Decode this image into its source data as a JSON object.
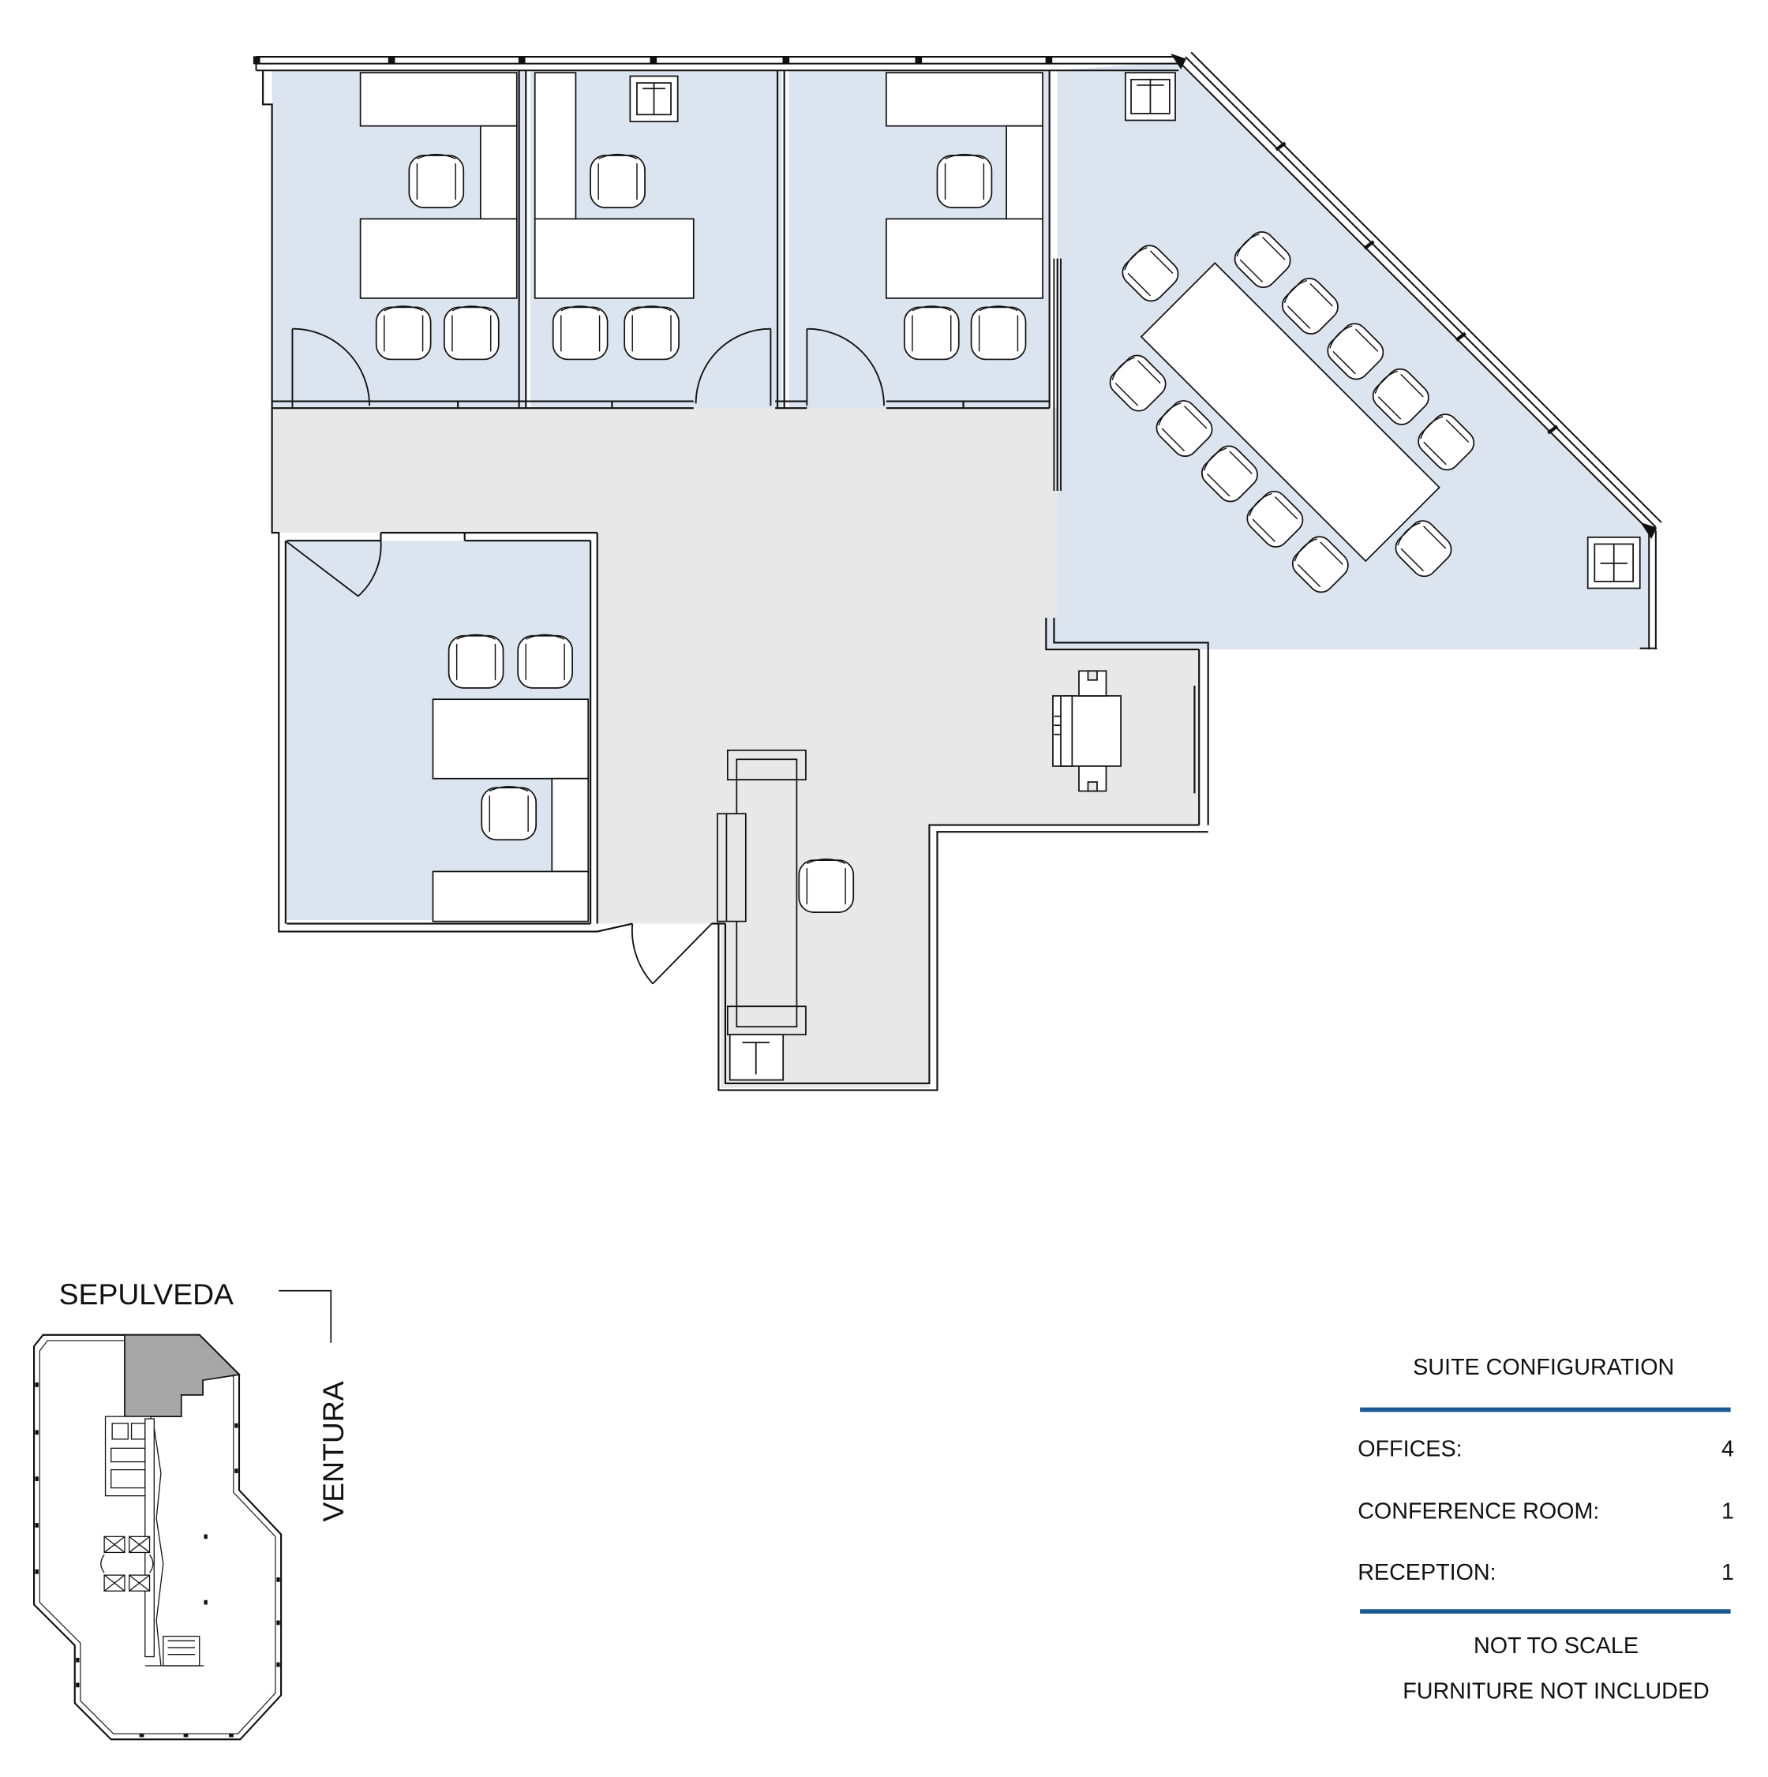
{
  "colors": {
    "office_fill": "#dbe4ef",
    "corridor_fill": "#e8e8e8",
    "wall": "#111111",
    "keyplan_highlight": "#a7a7a7",
    "rule_blue": "#1d5a93"
  },
  "keyplan": {
    "street_north": "SEPULVEDA",
    "street_east": "VENTURA"
  },
  "legend": {
    "title": "SUITE CONFIGURATION",
    "rows": [
      {
        "label": "OFFICES:",
        "value": "4"
      },
      {
        "label": "CONFERENCE ROOM:",
        "value": "1"
      },
      {
        "label": "RECEPTION:",
        "value": "1"
      }
    ],
    "note1": "NOT TO SCALE",
    "note2": "FURNITURE NOT INCLUDED"
  }
}
